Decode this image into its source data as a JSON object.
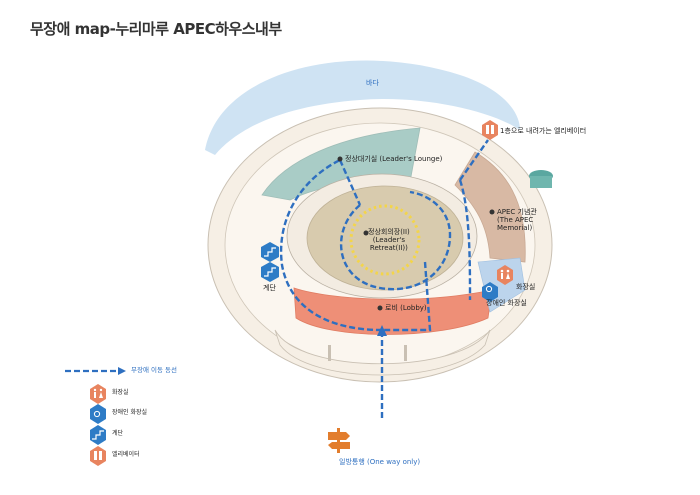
{
  "title": "무장애 map-누리마루 APEC하우스내부",
  "map": {
    "sea_label": "바다",
    "elevator_label": "1층으로 내려가는 엘리베이터",
    "leaders_lounge": "정상대기실 (Leader's Lounge)",
    "leaders_retreat": [
      "정상회의장(II)",
      "(Leader's",
      "Retreat(II))"
    ],
    "apec_memorial": [
      "APEC 기념관",
      "(The APEC",
      "Memorial)"
    ],
    "restroom": "화장실",
    "accessible_restroom": "장애인 화장실",
    "stairs": "계단",
    "lobby": "로비 (Lobby)",
    "one_way": "일방통행 (One way only)"
  },
  "legend": {
    "route": "무장애 이동 동선",
    "restroom": "화장실",
    "accessible_restroom": "장애인 화장실",
    "stairs": "계단",
    "elevator": "엘리베이터"
  },
  "colors": {
    "sea": "#cfe3f3",
    "outer_ring": "#f6efe5",
    "lounge": "#a9ccc6",
    "memorial": "#d8b9a4",
    "lobby": "#ee8f77",
    "retreat": "#d8cbae",
    "route": "#2e6fc0",
    "icon_orange": "#e8845f",
    "icon_blue": "#2e7cc6"
  }
}
